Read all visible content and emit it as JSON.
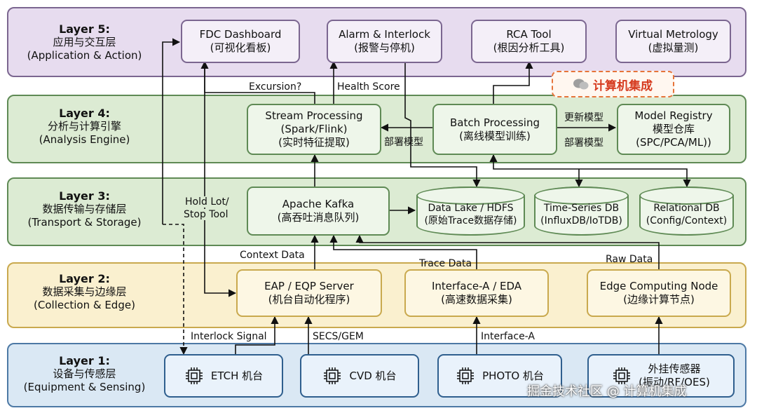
{
  "layers": {
    "l5": {
      "name": "Layer 5:",
      "cn": "应用与交互层",
      "en": "(Application & Action)"
    },
    "l4": {
      "name": "Layer 4:",
      "cn": "分析与计算引擎",
      "en": "(Analysis Engine)"
    },
    "l3": {
      "name": "Layer 3:",
      "cn": "数据传输与存储层",
      "en": "(Transport & Storage)"
    },
    "l2": {
      "name": "Layer 2:",
      "cn": "数据采集与边缘层",
      "en": "(Collection & Edge)"
    },
    "l1": {
      "name": "Layer 1:",
      "cn": "设备与传感层",
      "en": "(Equipment & Sensing)"
    }
  },
  "l5_boxes": {
    "fdc": {
      "en": "FDC Dashboard",
      "cn": "(可视化看板)"
    },
    "alarm": {
      "en": "Alarm & Interlock",
      "cn": "(报警与停机)"
    },
    "rca": {
      "en": "RCA Tool",
      "cn": "(根因分析工具)"
    },
    "vm": {
      "en": "Virtual Metrology",
      "cn": "(虚拟量测)"
    }
  },
  "l4_boxes": {
    "stream": {
      "en": "Stream Processing",
      "sub": "(Spark/Flink)",
      "cn": "(实时特征提取)"
    },
    "batch": {
      "en": "Batch Processing",
      "cn": "(离线模型训练)"
    },
    "registry": {
      "en": "Model Registry",
      "cn": "模型仓库",
      "sub": "(SPC/PCA/ML))"
    }
  },
  "l3_boxes": {
    "kafka": {
      "en": "Apache Kafka",
      "cn": "(高吞吐消息队列)"
    },
    "datalake": {
      "en": "Data Lake / HDFS",
      "cn": "(原始Trace数据存储)"
    },
    "tsdb": {
      "en": "Time-Series DB",
      "cn": "(InfluxDB/IoTDB)"
    },
    "rdb": {
      "en": "Relational DB",
      "cn": "(Config/Context)"
    }
  },
  "l2_boxes": {
    "eap": {
      "en": "EAP / EQP Server",
      "cn": "(机台自动化程序)"
    },
    "iface": {
      "en": "Interface-A / EDA",
      "cn": "(高速数据采集)"
    },
    "edge": {
      "en": "Edge Computing Node",
      "cn": "(边缘计算节点)"
    }
  },
  "l1_boxes": {
    "etch": "ETCH 机台",
    "cvd": "CVD 机台",
    "photo": "PHOTO 机台",
    "ext": {
      "l1": "外挂传感器",
      "l2": "(振动/RF/OES)"
    }
  },
  "labels": {
    "excursion": "Excursion?",
    "health": "Health Score",
    "deploy1": "部署模型",
    "update": "更新模型",
    "deploy2": "部署模型",
    "hold1": "Hold Lot/",
    "hold2": "Stop Tool",
    "context": "Context Data",
    "trace": "Trace Data",
    "raw": "Raw Data",
    "interlock": "Interlock Signal",
    "secs": "SECS/GEM",
    "ifa": "Interface-A"
  },
  "watermark": {
    "badge": "计算机集成",
    "footer": "掘金技术社区 @ 计算机集成"
  }
}
